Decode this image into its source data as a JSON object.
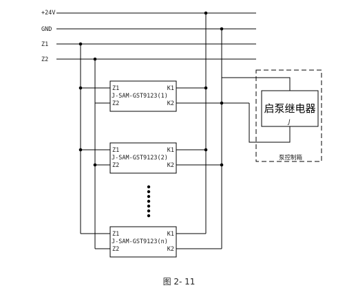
{
  "buses": [
    "+24V",
    "GND",
    "Z1",
    "Z2"
  ],
  "modules": [
    {
      "z1": "Z1",
      "z2": "Z2",
      "k1": "K1",
      "k2": "K2",
      "model": "J-SAM-GST9123(1)"
    },
    {
      "z1": "Z1",
      "z2": "Z2",
      "k1": "K1",
      "k2": "K2",
      "model": "J-SAM-GST9123(2)"
    },
    {
      "z1": "Z1",
      "z2": "Z2",
      "k1": "K1",
      "k2": "K2",
      "model": "J-SAM-GST9123(n)"
    }
  ],
  "relay": {
    "label": "启泵继电器",
    "contact": "J"
  },
  "cabinet_label": "泵控制箱",
  "figure_caption": "图 2- 11"
}
